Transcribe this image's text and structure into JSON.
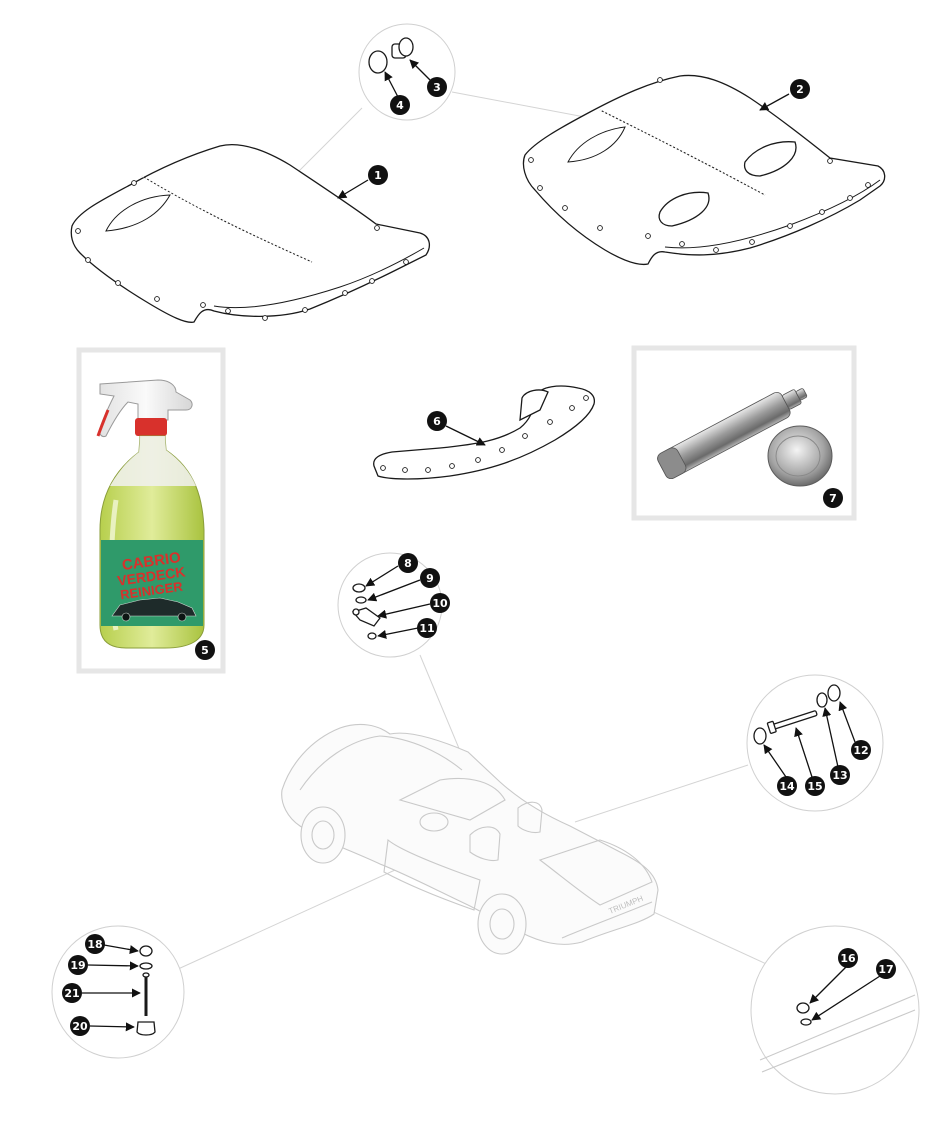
{
  "diagram": {
    "callouts": [
      "1",
      "2",
      "3",
      "4",
      "5",
      "6",
      "7",
      "8",
      "9",
      "10",
      "11",
      "12",
      "13",
      "14",
      "15",
      "16",
      "17",
      "18",
      "19",
      "20",
      "21"
    ],
    "bottle_label_lines": [
      "CABRIO",
      "VERDECK",
      "REINIGER"
    ],
    "trunk_badge": "TRIUMPH",
    "colors": {
      "callout_fill": "#111111",
      "callout_text": "#ffffff",
      "line_art": "#1a1a1a",
      "ghost_car": "#c9c9c9",
      "frame": "#e6e6e6",
      "bottle_liquid": "#c8dc6a",
      "bottle_label": "#2f9a6a",
      "bottle_label_text": "#d8312c",
      "bottle_cap": "#d8312c"
    }
  }
}
